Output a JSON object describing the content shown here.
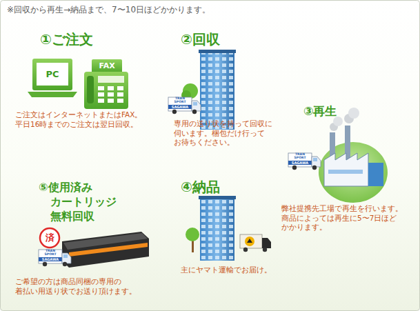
{
  "diagram": {
    "labels": [
      "※回収から再生→納品まで、7〜10日ほどかかります。",
      "①ご注文",
      "PC",
      "FAX",
      "ご注文はインターネットまたはFAX。 平日16時までのご注文は翌日回収。",
      "②回収",
      "TRAN SPORT",
      "SAGAWA",
      "専用の送り状を持って回収に 伺います。梱包だけ行って お待ちください。",
      "③再生",
      "TRAN SPORT",
      "SAGAWA",
      "弊社提携先工場で再生を行います。 商品によっては再生に5〜7日ほど かかります。",
      "④納品",
      "主にヤマト運輸でお届け。",
      "⑤使用済み カートリッジ 無料回収",
      "済",
      "TRAN SPORT",
      "SAGAWA",
      "ご希望の方は商品同梱の専用の 着払い用送り状でお送り頂けます。"
    ]
  }
}
